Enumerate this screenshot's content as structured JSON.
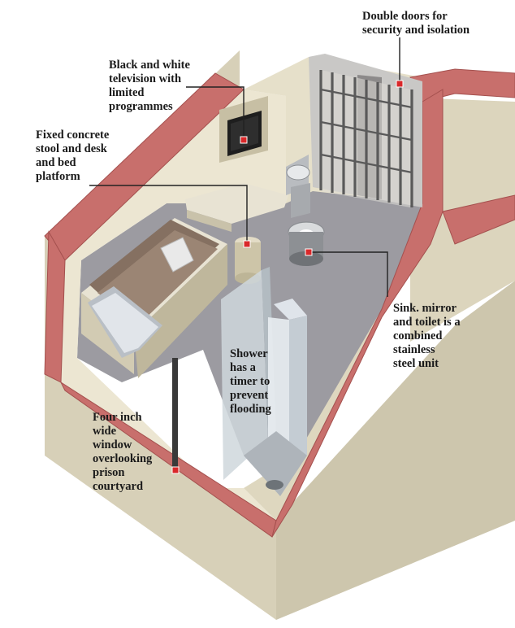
{
  "annotations": {
    "doors": "Double doors for\nsecurity and isolation",
    "tv": "Black and white\ntelevision  with\nlimited\nprogrammes",
    "stool": "Fixed concrete\nstool and desk\nand bed\nplatform",
    "sink": "Sink. mirror\nand toilet is a\ncombined\nstainless\nsteel unit",
    "shower": "Shower\nhas a\ntimer to\nprevent\nflooding",
    "window": "Four inch\nwide\nwindow\noverlooking\nprison\ncourtyard"
  },
  "colors": {
    "wall_top": "#c86f6c",
    "wall_face": "#e9e3cf",
    "wall_shadow": "#cfc8b0",
    "floor": "#9b9aa0",
    "marker": "#d9282a",
    "leader": "#222222"
  }
}
